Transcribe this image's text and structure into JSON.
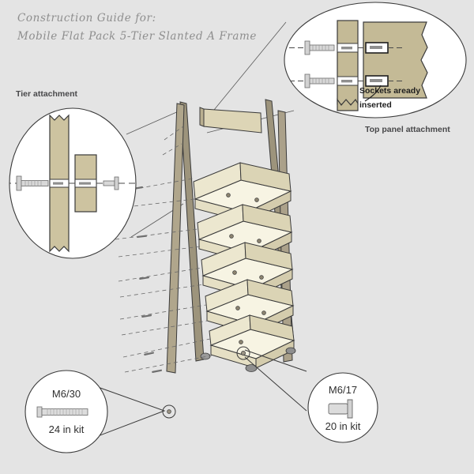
{
  "document": {
    "background_color": "#e4e4e4",
    "title_lines": [
      "Construction Guide for:",
      "Mobile Flat Pack 5-Tier Slanted A Frame"
    ]
  },
  "labels": {
    "tier_attachment": "Tier attachment",
    "top_panel_attachment": "Top panel attachment",
    "sockets_note_line1": "Sockets aready",
    "sockets_note_line2": "inserted"
  },
  "parts": [
    {
      "id": "m6-30",
      "code": "M6/30",
      "quantity_text": "24 in kit",
      "icon": "long-bolt-icon"
    },
    {
      "id": "m6-17",
      "code": "M6/17",
      "quantity_text": "20 in kit",
      "icon": "short-socket-icon"
    }
  ],
  "assembly": {
    "tier_count": 5,
    "colors": {
      "wood_leg": "#a9a088",
      "wood_leg_shade": "#8e856e",
      "wood_rail": "#cdc5a8",
      "tray_face": "#f4f0dd",
      "tray_inner": "#fbf8ec",
      "detail_wood": "#c4ba96",
      "outline": "#3a3a3a",
      "metal": "#d8d8d8",
      "metal_shade": "#b4b4b4",
      "detail_fill": "#ffffff",
      "leader": "#5a5a5a"
    }
  }
}
